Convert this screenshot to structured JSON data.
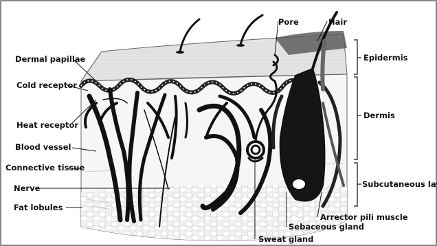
{
  "diagram": {
    "left_labels": {
      "dermal_papillae": "Dermal papillae",
      "cold_receptor": "Cold receptor",
      "heat_receptor": "Heat receptor",
      "blood_vessel": "Blood vessel",
      "connective_tissue": "Connective tissue",
      "nerve": "Nerve",
      "fat_lobules": "Fat lobules"
    },
    "top_labels": {
      "pore": "Pore",
      "hair": "Hair"
    },
    "right_labels": {
      "epidermis": "Epidermis",
      "dermis": "Dermis",
      "subcutaneous_layer": "Subcutaneous layer"
    },
    "bottom_labels": {
      "arrector_pili_muscle": "Arrector pili muscle",
      "sebaceous_gland": "Sebaceous gland",
      "sweat_gland": "Sweat gland"
    }
  }
}
